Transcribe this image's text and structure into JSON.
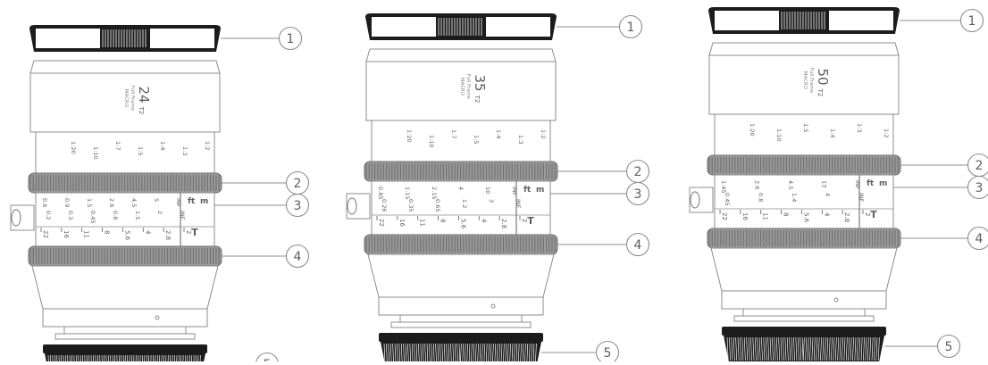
{
  "lenses": [
    {
      "focal": "24",
      "aperture": "T2",
      "format_line": "Full Frame",
      "series_line": "MACRO",
      "focus_scale_top": [
        "1:20",
        "1:10",
        "1:7",
        "1:5",
        "1:4",
        "1:3",
        "1:2"
      ],
      "focus_scale_ft": [
        "0.6",
        "0.9",
        "1.5",
        "2.6",
        "4.5",
        "5",
        "INF"
      ],
      "focus_scale_m": [
        "0.2",
        "0.3",
        "0.45",
        "0.8",
        "1.5",
        "2",
        "INF"
      ],
      "unit_ft": "ft",
      "unit_m": "m",
      "iris_scale": [
        "22",
        "16",
        "11",
        "8",
        "5.6",
        "4",
        "2.8",
        "2"
      ],
      "iris_unit": "T"
    },
    {
      "focal": "35",
      "aperture": "T2",
      "format_line": "Full Frame",
      "series_line": "MACRO",
      "focus_scale_top": [
        "1:20",
        "1:10",
        "1:7",
        "1:5",
        "1:4",
        "1:3",
        "1:2"
      ],
      "focus_scale_ft": [
        "0.85",
        "1.15",
        "2.15",
        "4",
        "10",
        "INF"
      ],
      "focus_scale_m": [
        "0.26",
        "0.35",
        "0.65",
        "1.2",
        "3",
        "INF"
      ],
      "unit_ft": "ft",
      "unit_m": "m",
      "iris_scale": [
        "22",
        "16",
        "11",
        "8",
        "5.6",
        "4",
        "2.8",
        "2"
      ],
      "iris_unit": "T"
    },
    {
      "focal": "50",
      "aperture": "T2",
      "format_line": "Full Frame",
      "series_line": "MACRO",
      "focus_scale_top": [
        "1:20",
        "1:10",
        "1:5",
        "1:4",
        "1:3",
        "1:2"
      ],
      "focus_scale_ft": [
        "1.45",
        "2.6",
        "4.5",
        "13",
        "INF"
      ],
      "focus_scale_m": [
        "0.45",
        "0.8",
        "1.4",
        "4",
        "INF"
      ],
      "unit_ft": "ft",
      "unit_m": "m",
      "iris_scale": [
        "22",
        "16",
        "11",
        "8",
        "5.6",
        "4",
        "2.8",
        "2"
      ],
      "iris_unit": "T"
    }
  ],
  "callouts": [
    "1",
    "2",
    "3",
    "4",
    "5"
  ],
  "colors": {
    "line": "#8c8c8c",
    "ring": "#9a9a9a",
    "ring_dark": "#6e6e6e",
    "cap": "#1c1c1c",
    "text": "#5e5e5e",
    "text_light": "#8a8a8a"
  }
}
